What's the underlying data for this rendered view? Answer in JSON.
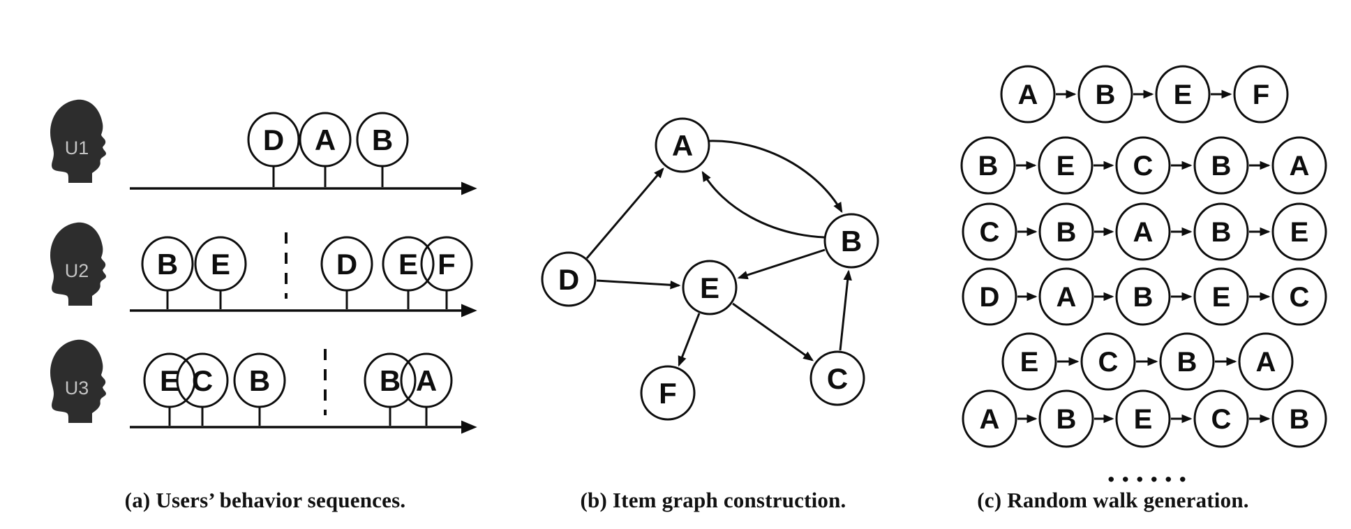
{
  "figure": {
    "background": "#ffffff",
    "ink_color": "#0d0d0d",
    "head_fill": "#2d2d2d",
    "head_label_color": "#c4c4c4"
  },
  "panel_a": {
    "caption": "(a) Users’ behavior sequences.",
    "users": [
      {
        "label": "U1",
        "segments": [
          [
            "D",
            "A",
            "B"
          ]
        ]
      },
      {
        "label": "U2",
        "segments": [
          [
            "B",
            "E"
          ],
          [
            "D",
            "E",
            "F"
          ]
        ]
      },
      {
        "label": "U3",
        "segments": [
          [
            "E",
            "C",
            "B"
          ],
          [
            "B",
            "A"
          ]
        ]
      }
    ]
  },
  "panel_b": {
    "caption": "(b) Item graph construction.",
    "nodes": [
      "A",
      "B",
      "C",
      "D",
      "E",
      "F"
    ],
    "edges": [
      [
        "D",
        "A"
      ],
      [
        "D",
        "E"
      ],
      [
        "A",
        "B"
      ],
      [
        "B",
        "A"
      ],
      [
        "B",
        "E"
      ],
      [
        "E",
        "F"
      ],
      [
        "E",
        "C"
      ],
      [
        "C",
        "B"
      ]
    ]
  },
  "panel_c": {
    "caption": "(c) Random walk generation.",
    "walks": [
      [
        "A",
        "B",
        "E",
        "F"
      ],
      [
        "B",
        "E",
        "C",
        "B",
        "A"
      ],
      [
        "C",
        "B",
        "A",
        "B",
        "E"
      ],
      [
        "D",
        "A",
        "B",
        "E",
        "C"
      ],
      [
        "E",
        "C",
        "B",
        "A"
      ],
      [
        "A",
        "B",
        "E",
        "C",
        "B"
      ]
    ],
    "ellipsis": "......"
  }
}
